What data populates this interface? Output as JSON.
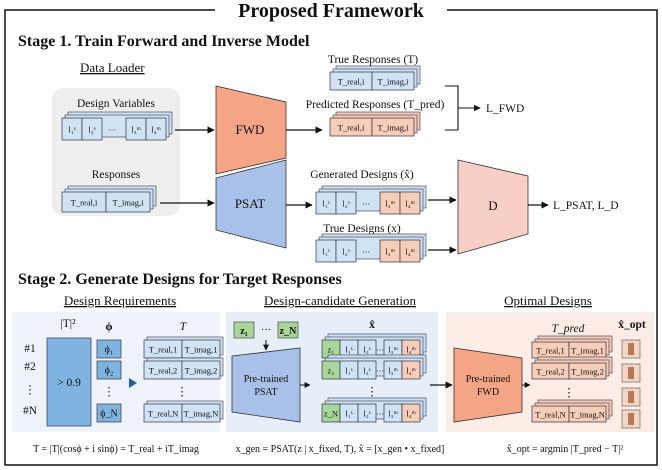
{
  "title": "Proposed Framework",
  "stage1": {
    "heading": "Stage 1. Train Forward and Inverse Model",
    "data_loader": "Data Loader",
    "design_variables": "Design Variables",
    "responses": "Responses",
    "dv_cells": [
      "l₁ˢ",
      "l₂ˢ",
      "···",
      "l₃ᵐ",
      "l₄ᵐ"
    ],
    "resp_cells": [
      "T_real,i",
      "T_imag,i"
    ],
    "fwd": "FWD",
    "psat": "PSAT",
    "d": "D",
    "true_responses": "True Responses (T)",
    "predicted_responses": "Predicted Responses (T_pred)",
    "generated_designs": "Generated Designs (x̂)",
    "true_designs": "True Designs (x)",
    "loss_fwd": "L_FWD",
    "loss_psat_d": "L_PSAT, L_D"
  },
  "stage2": {
    "heading": "Stage 2. Generate Designs for Target Responses",
    "design_requirements": "Design Requirements",
    "candidate_generation": "Design-candidate Generation",
    "optimal_designs": "Optimal Designs",
    "col_abs": "|T|²",
    "col_phi": "ϕ",
    "col_T": "T",
    "rows": [
      "#1",
      "#2",
      "⋮",
      "#N"
    ],
    "threshold": "> 0.9",
    "phis": [
      "ϕ₁",
      "ϕ₂",
      "⋮",
      "ϕ_N"
    ],
    "t_rows": [
      [
        "T_real,1",
        "T_imag,1"
      ],
      [
        "T_real,2",
        "T_imag,2"
      ],
      [
        "T_real,N",
        "T_imag,N"
      ]
    ],
    "z_labels": [
      "z₁",
      "···",
      "z_N"
    ],
    "pretrained_psat": [
      "Pre-trained",
      "PSAT"
    ],
    "pretrained_fwd": [
      "Pre-trained",
      "FWD"
    ],
    "xhat": "x̂",
    "xhat_opt": "x̂_opt",
    "tpred": "T_pred",
    "z_stack": [
      "z₁",
      "z₂",
      "⋮",
      "z_N"
    ],
    "eq_T": "T = |T|(cosϕ + i sinϕ) = T_real + iT_imag",
    "eq_gen": "x_gen = PSAT(z | x_fixed, T),  x̂ = [x_gen • x_fixed]",
    "eq_opt": "x̂_opt = argmin |T_pred − T|²"
  },
  "colors": {
    "blue_cell": "#cfe3f5",
    "orange_cell": "#f6cdb8",
    "fwd_fill": "#f3a586",
    "psat_fill": "#a9c0e8",
    "d_fill": "#f7cfc7",
    "green_z": "#a8d69a",
    "loader_bg": "#eeeeee",
    "stage2_left_bg": "#eef3fa",
    "stage2_mid_bg": "#e6eef8",
    "stage2_right_bg": "#fbece6"
  }
}
